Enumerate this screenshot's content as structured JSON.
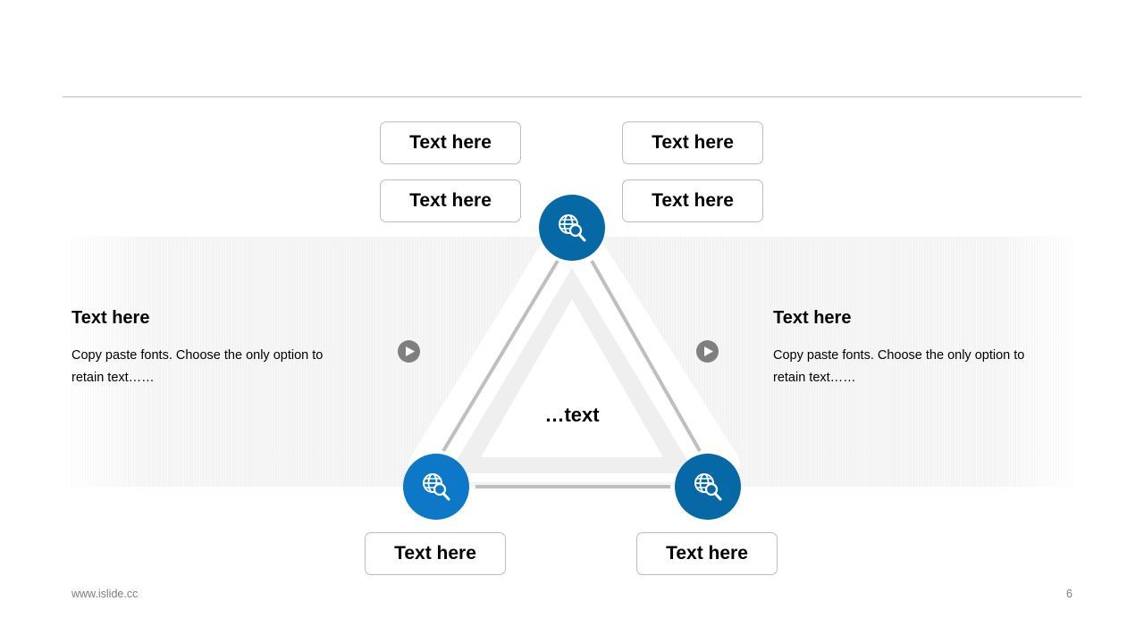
{
  "pills": {
    "top_left_1": "Text here",
    "top_left_2": "Text here",
    "top_right_1": "Text here",
    "top_right_2": "Text here",
    "bottom_left": "Text here",
    "bottom_right": "Text here"
  },
  "center": {
    "label": "…text"
  },
  "left_panel": {
    "title": "Text here",
    "body": "Copy paste fonts. Choose the only option to retain text……"
  },
  "right_panel": {
    "title": "Text here",
    "body": "Copy paste fonts. Choose the only option to retain text……"
  },
  "nodes": [
    {
      "name": "top",
      "icon": "globe-search-icon",
      "color": "#0768a6"
    },
    {
      "name": "bottom-left",
      "icon": "globe-search-icon",
      "color": "#0d77c8"
    },
    {
      "name": "bottom-right",
      "icon": "globe-search-icon",
      "color": "#0768a6"
    }
  ],
  "arrows": {
    "icon": "play-icon",
    "color": "#7f7f7f"
  },
  "footer": {
    "url": "www.islide.cc",
    "page": "6"
  }
}
